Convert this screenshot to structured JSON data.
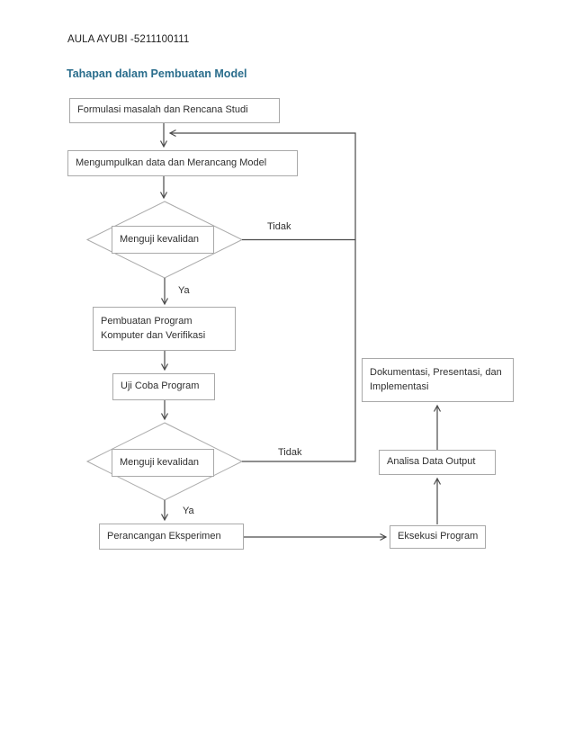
{
  "page": {
    "header": "AULA AYUBI -5211100111",
    "title": "Tahapan dalam Pembuatan Model"
  },
  "colors": {
    "c-title": "#2a6d8c",
    "c-line": "#4a4a4a",
    "c-border": "#a9a9a9",
    "c-text": "#2f2f2f"
  },
  "flowchart": {
    "nodes": {
      "formulasi": "Formulasi masalah dan Rencana Studi",
      "mengumpulkan": "Mengumpulkan data dan Merancang Model",
      "menguji1": "Menguji kevalidan",
      "pembuatan": "Pembuatan Program Komputer dan Verifikasi",
      "uji_coba": "Uji Coba Program",
      "menguji2": "Menguji kevalidan",
      "perancangan": "Perancangan Eksperimen",
      "eksekusi": "Eksekusi Program",
      "analisa": "Analisa Data Output",
      "dokumentasi": "Dokumentasi, Presentasi, dan Implementasi"
    },
    "labels": {
      "ya1": "Ya",
      "ya2": "Ya",
      "tidak1": "Tidak",
      "tidak2": "Tidak"
    }
  }
}
